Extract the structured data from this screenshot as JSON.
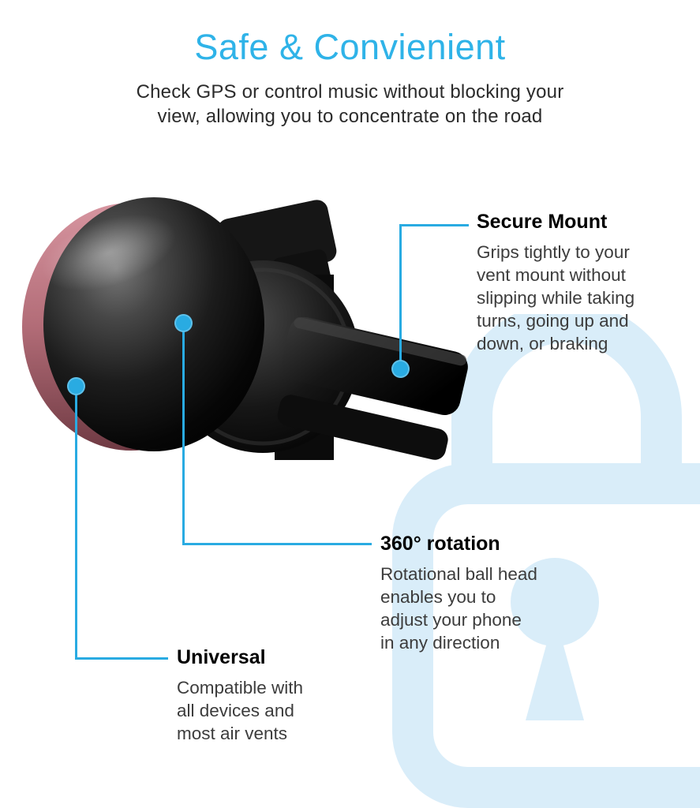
{
  "header": {
    "title": "Safe & Convienient",
    "subtitle_lines": [
      "Check GPS or control music without blocking your",
      "view, allowing you to concentrate on the road"
    ]
  },
  "callouts": {
    "secure_mount": {
      "heading": "Secure Mount",
      "body_lines": [
        "Grips tightly to your",
        "vent mount without",
        "slipping while taking",
        "turns, going up and",
        "down, or braking"
      ]
    },
    "rotation": {
      "heading": "360° rotation",
      "body_lines": [
        "Rotational ball head",
        "enables you to",
        "adjust your phone",
        "in any direction"
      ]
    },
    "universal": {
      "heading": "Universal",
      "body_lines": [
        "Compatible with",
        "all devices and",
        "most air vents"
      ]
    }
  },
  "icons": {
    "watermark": "padlock-icon",
    "product": "magnetic-air-vent-phone-mount"
  },
  "colors": {
    "accent": "#29abe2",
    "title": "#2fb3e8",
    "heading_text": "#000000",
    "body_text": "#3c3c3c",
    "watermark": "#d9edf9",
    "plate_pink": "#b26c77"
  }
}
